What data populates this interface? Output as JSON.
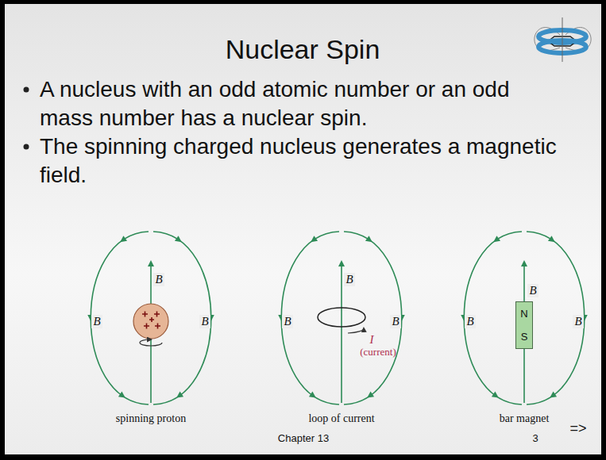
{
  "diagram": {
    "title": "Nuclear Spin",
    "nodes": [
      {
        "text": [
          "N",
          "S"
        ]
      }
    ],
    "labels": [
      "A nucleus with an odd atomic number or an odd mass number has a nuclear spin.",
      "The spinning charged nucleus generates a magnetic field.",
      "B",
      "B",
      "B",
      "spinning proton",
      "B",
      "B",
      "B",
      "I",
      "(current)",
      "loop of current",
      "B",
      "B",
      "B",
      "bar magnet",
      "Chapter 13",
      "3",
      "=>"
    ]
  }
}
